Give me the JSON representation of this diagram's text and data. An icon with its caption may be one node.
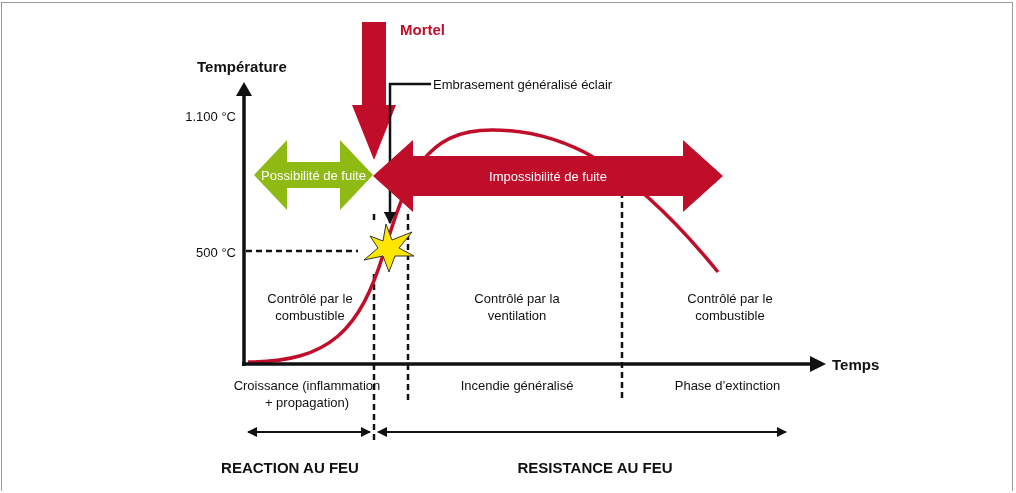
{
  "diagram": {
    "nodes": [
      {
        "text": [
          "Possibilité de fuite"
        ]
      },
      {
        "text": [
          "Impossibilité de fuite"
        ]
      },
      {
        "text": [
          "Embrasement généralisé éclair"
        ]
      },
      {
        "text": [],
        "shape": "star"
      }
    ],
    "edges": [
      {
        "from": 2,
        "to": 3,
        "arrow": "to"
      }
    ],
    "labels": [
      "Mortel",
      "Température",
      "1.100 °C",
      "500 °C",
      "Contrôlé par le combustible",
      "Contrôlé par la ventilation",
      "Contrôlé par le combustible",
      "Temps",
      "Croissance (inflammation + propagation)",
      "Incendie généralisé",
      "Phase d’extinction",
      "REACTION AU FEU",
      "RESISTANCE AU FEU"
    ]
  }
}
